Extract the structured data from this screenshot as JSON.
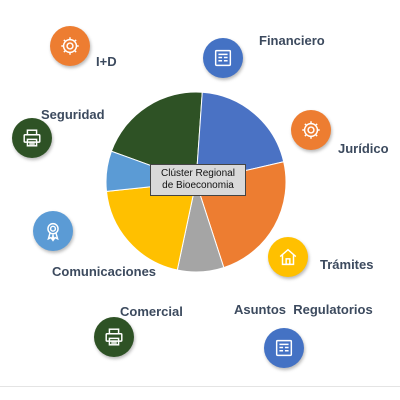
{
  "center": {
    "line1": "Clúster Regional",
    "line2": "de Bioeconomia"
  },
  "wheel_colors": [
    "#2e5225",
    "#4a72c4",
    "#ed7d31",
    "#a5a5a5",
    "#ffc000",
    "#5b9bd5"
  ],
  "nodes": [
    {
      "label": "I+D",
      "icon": "gear-icon",
      "color": "#ed7d31"
    },
    {
      "label": "Financiero",
      "icon": "document-icon",
      "color": "#4472c4"
    },
    {
      "label": "Jurídico",
      "icon": "gear-icon",
      "color": "#ed7d31"
    },
    {
      "label": "Seguridad",
      "icon": "printer-icon",
      "color": "#2e5225"
    },
    {
      "label": "Comunicaciones",
      "icon": "award-badge-icon",
      "color": "#5b9bd5"
    },
    {
      "label": "Trámites",
      "icon": "house-icon",
      "color": "#ffc000"
    },
    {
      "label": "Comercial",
      "icon": "printer-icon",
      "color": "#2e5225"
    },
    {
      "label": "Asuntos  Regulatorios",
      "icon": "document-icon",
      "color": "#4472c4"
    }
  ]
}
